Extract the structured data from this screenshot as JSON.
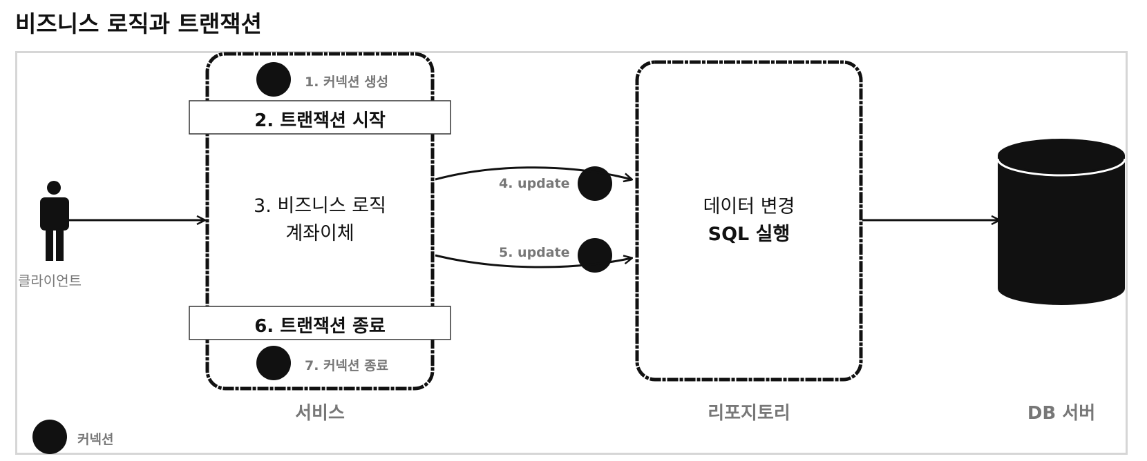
{
  "title": "비즈니스 로직과 트랜잭션",
  "client": {
    "label": "클라이언트"
  },
  "service": {
    "label": "서비스",
    "step1": "1. 커넥션 생성",
    "step2": "2. 트랜잭션 시작",
    "step3_line1": "3. 비즈니스 로직",
    "step3_line2": "계좌이체",
    "step6": "6. 트랜잭션 종료",
    "step7": "7. 커넥션 종료"
  },
  "arrows": {
    "update4": "4. update",
    "update5": "5. update"
  },
  "repository": {
    "label": "리포지토리",
    "line1": "데이터 변경",
    "line2": "SQL 실행"
  },
  "db": {
    "label": "DB 서버"
  },
  "legend": {
    "label": "커넥션"
  },
  "colors": {
    "stroke": "#111111",
    "muted_text": "#777777",
    "frame_border": "#d6d6d6"
  }
}
